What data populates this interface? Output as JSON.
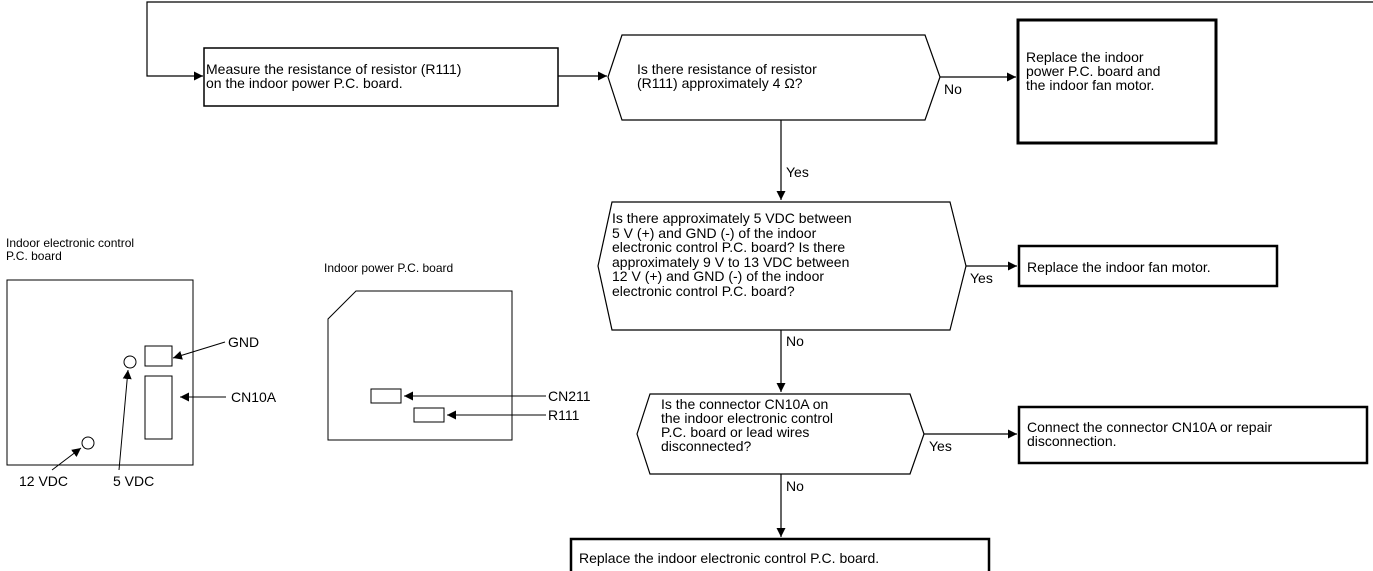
{
  "flowchart": {
    "measure_box": "Measure the resistance of resistor (R111)\non the indoor power P.C. board.",
    "decision_resistance": "Is there resistance of resistor\n(R111) approximately 4 Ω?",
    "replace_board_and_motor": "Replace the indoor\npower P.C. board and\nthe indoor fan motor.",
    "decision_voltage": "Is there approximately 5 VDC between\n5 V (+) and GND (-) of the indoor\nelectronic control P.C. board? Is there\napproximately 9 V to 13 VDC between\n12 V (+) and GND (-) of the indoor\nelectronic control P.C. board?",
    "replace_fan_motor": "Replace the indoor fan motor.",
    "decision_connector": "Is the connector CN10A on\nthe indoor electronic control\nP.C. board or lead wires\ndisconnected?",
    "connect_connector": "Connect the connector CN10A or repair\ndisconnection.",
    "replace_control_board": "Replace the indoor electronic control P.C. board.",
    "labels": {
      "no_1": "No",
      "yes_1": "Yes",
      "yes_2": "Yes",
      "no_2": "No",
      "yes_3": "Yes",
      "no_3": "No"
    }
  },
  "control_board_figure": {
    "title": "Indoor electronic control\nP.C. board",
    "gnd": "GND",
    "cn10a": "CN10A",
    "v12": "12 VDC",
    "v5": "5 VDC"
  },
  "power_board_figure": {
    "title": "Indoor power P.C. board",
    "cn211": "CN211",
    "r111": "R111"
  }
}
